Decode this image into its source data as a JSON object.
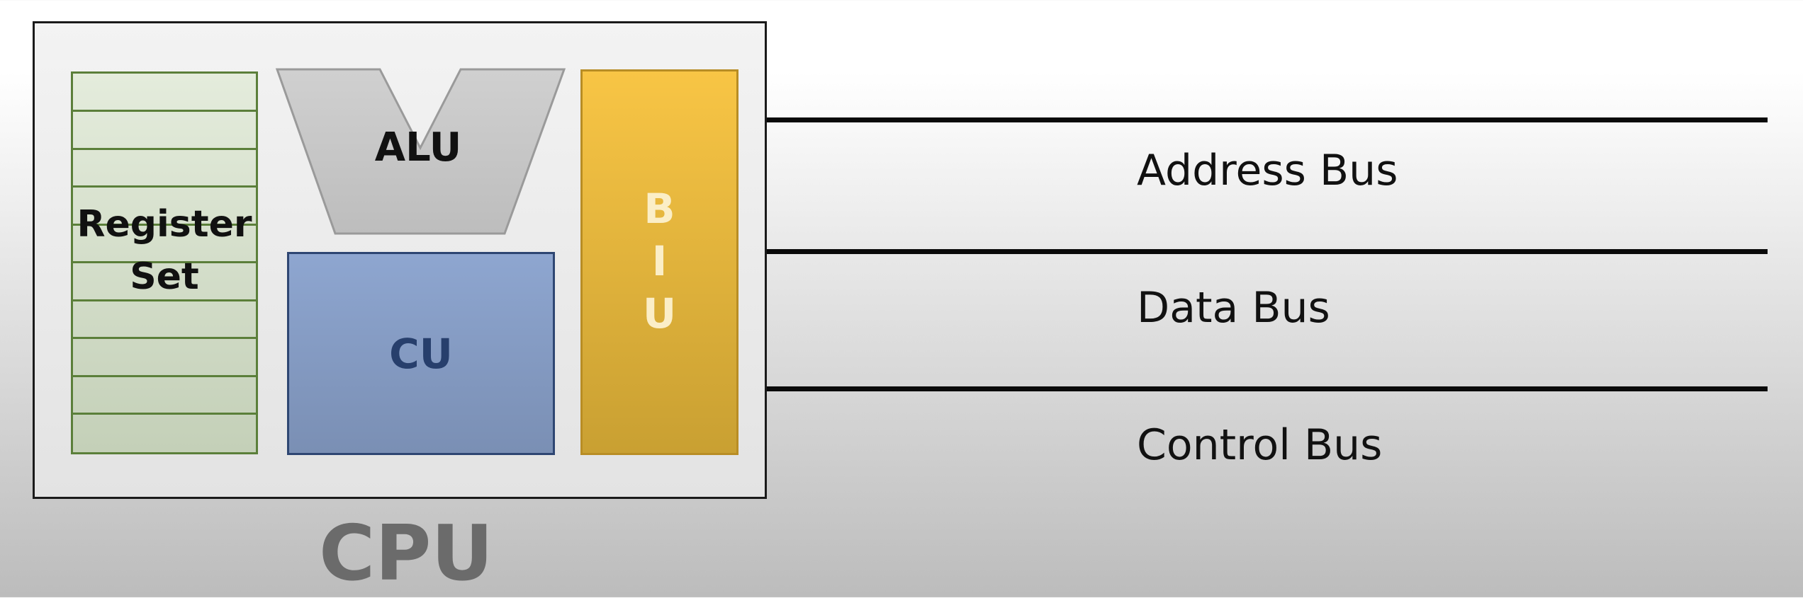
{
  "cpu": {
    "title": "CPU",
    "register_set": {
      "label_line1": "Register",
      "label_line2": "Set"
    },
    "alu": {
      "label": "ALU"
    },
    "cu": {
      "label": "CU"
    },
    "biu": {
      "letters": [
        "B",
        "I",
        "U"
      ]
    }
  },
  "buses": [
    {
      "label": "Address Bus"
    },
    {
      "label": "Data Bus"
    },
    {
      "label": "Control Bus"
    }
  ],
  "colors": {
    "register_fill": "#e4ecdc",
    "register_border": "#5b7f3a",
    "alu_fill": "#c6c6c6",
    "cu_fill": "#8ea6d0",
    "cu_text": "#273f6c",
    "biu_fill": "#f8c545",
    "biu_text": "#fbeec7",
    "bus_line": "#0a0a0a",
    "cpu_title": "#6b6b6b"
  }
}
